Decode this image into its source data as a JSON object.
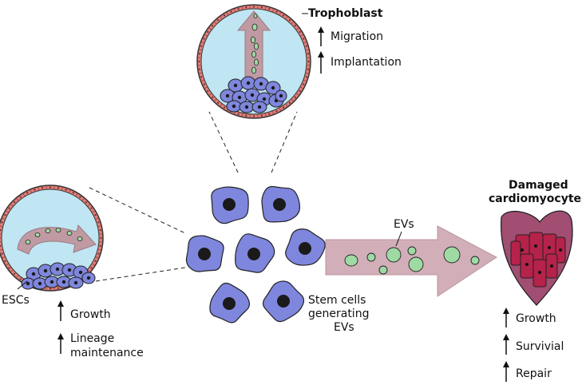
{
  "labels": {
    "trophoblast": "Trophoblast",
    "migration": "Migration",
    "implantation": "Implantation",
    "escs": "ESCs",
    "growth_left": "Growth",
    "lineage_line1": "Lineage",
    "lineage_line2": "maintenance",
    "stem_line1": "Stem cells",
    "stem_line2": "generating",
    "stem_line3": "EVs",
    "evs": "EVs",
    "damaged_line1": "Damaged",
    "damaged_line2": "cardiomyocytes",
    "growth_right": "Growth",
    "survival": "Survivial",
    "repair": "Repair"
  },
  "colors": {
    "stem_cell": "#7f86dd",
    "nucleus": "#1a1a1a",
    "embryo_fluid": "#bfe6f2",
    "trophoblast_ring": "#e07f7a",
    "arrow": "#c09aa3",
    "ev": "#9fd9a3",
    "heart_outer": "#a14e72",
    "cardiomyocyte": "#b5224a"
  }
}
